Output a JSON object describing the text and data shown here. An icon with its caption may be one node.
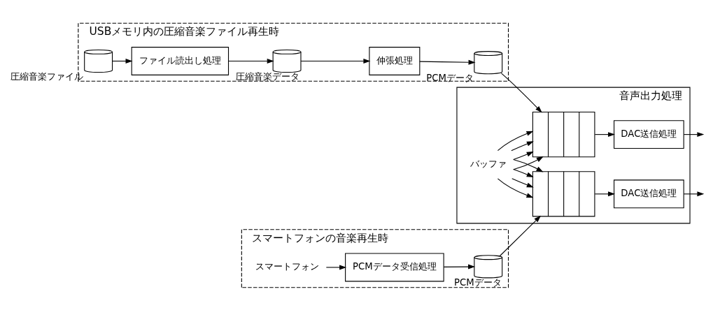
{
  "diagram": {
    "nodes": [
      {
        "text": [
          "USBメモリ内の圧縮音楽ファイル再生時"
        ]
      },
      {
        "text": [
          "スマートフォンの音楽再生時"
        ]
      },
      {
        "text": [
          "音声出力処理"
        ]
      },
      {
        "text": [],
        "shape": "cylinder",
        "beside": [
          "圧縮音楽ファイル"
        ],
        "in": 0
      },
      {
        "text": [
          "ファイル読出し処理"
        ],
        "in": 0
      },
      {
        "text": [],
        "shape": "cylinder",
        "beside": [
          "圧縮音楽データ"
        ],
        "in": 0
      },
      {
        "text": [
          "伸張処理"
        ],
        "in": 0
      },
      {
        "text": [],
        "shape": "cylinder",
        "beside": [
          "PCMデータ"
        ],
        "in": 0
      },
      {
        "text": [],
        "shape": "box",
        "in": 2
      },
      {
        "text": [
          "DAC送信処理"
        ],
        "in": 2
      },
      {
        "text": [
          "スマートフォン"
        ],
        "in": 1
      },
      {
        "text": [
          "PCMデータ受信処理"
        ],
        "in": 1
      },
      {
        "text": [],
        "shape": "cylinder",
        "beside": [
          "PCMデータ"
        ],
        "in": 1
      },
      {
        "text": [],
        "shape": "box",
        "in": 2
      },
      {
        "text": [
          "DAC送信処理"
        ],
        "in": 2
      },
      {
        "text": [
          "バッファ"
        ],
        "in": 2
      }
    ],
    "edges": [
      {
        "from": 3,
        "to": 4,
        "arrow": "to"
      },
      {
        "from": 4,
        "to": 5,
        "arrow": "to"
      },
      {
        "from": 5,
        "to": 6,
        "arrow": "to"
      },
      {
        "from": 6,
        "to": 7,
        "arrow": "to"
      },
      {
        "from": 7,
        "to": 8,
        "arrow": "to"
      },
      {
        "from": 8,
        "to": 9,
        "arrow": "to"
      },
      {
        "from": 9,
        "to": null,
        "arrow": "to"
      },
      {
        "from": 10,
        "to": 11,
        "arrow": "to"
      },
      {
        "from": 11,
        "to": 12,
        "arrow": "to"
      },
      {
        "from": 12,
        "to": 13,
        "arrow": "to"
      },
      {
        "from": 13,
        "to": 14,
        "arrow": "to"
      },
      {
        "from": 14,
        "to": null,
        "arrow": "to"
      },
      {
        "from": 15,
        "to": 8,
        "arrow": "to"
      },
      {
        "from": 15,
        "to": 8,
        "arrow": "to"
      },
      {
        "from": 15,
        "to": 8,
        "arrow": "to"
      },
      {
        "from": 15,
        "to": 8,
        "arrow": "to"
      },
      {
        "from": 15,
        "to": 13,
        "arrow": "to"
      },
      {
        "from": 15,
        "to": 13,
        "arrow": "to"
      },
      {
        "from": 15,
        "to": 13,
        "arrow": "to"
      },
      {
        "from": 15,
        "to": 13,
        "arrow": "to"
      }
    ]
  }
}
